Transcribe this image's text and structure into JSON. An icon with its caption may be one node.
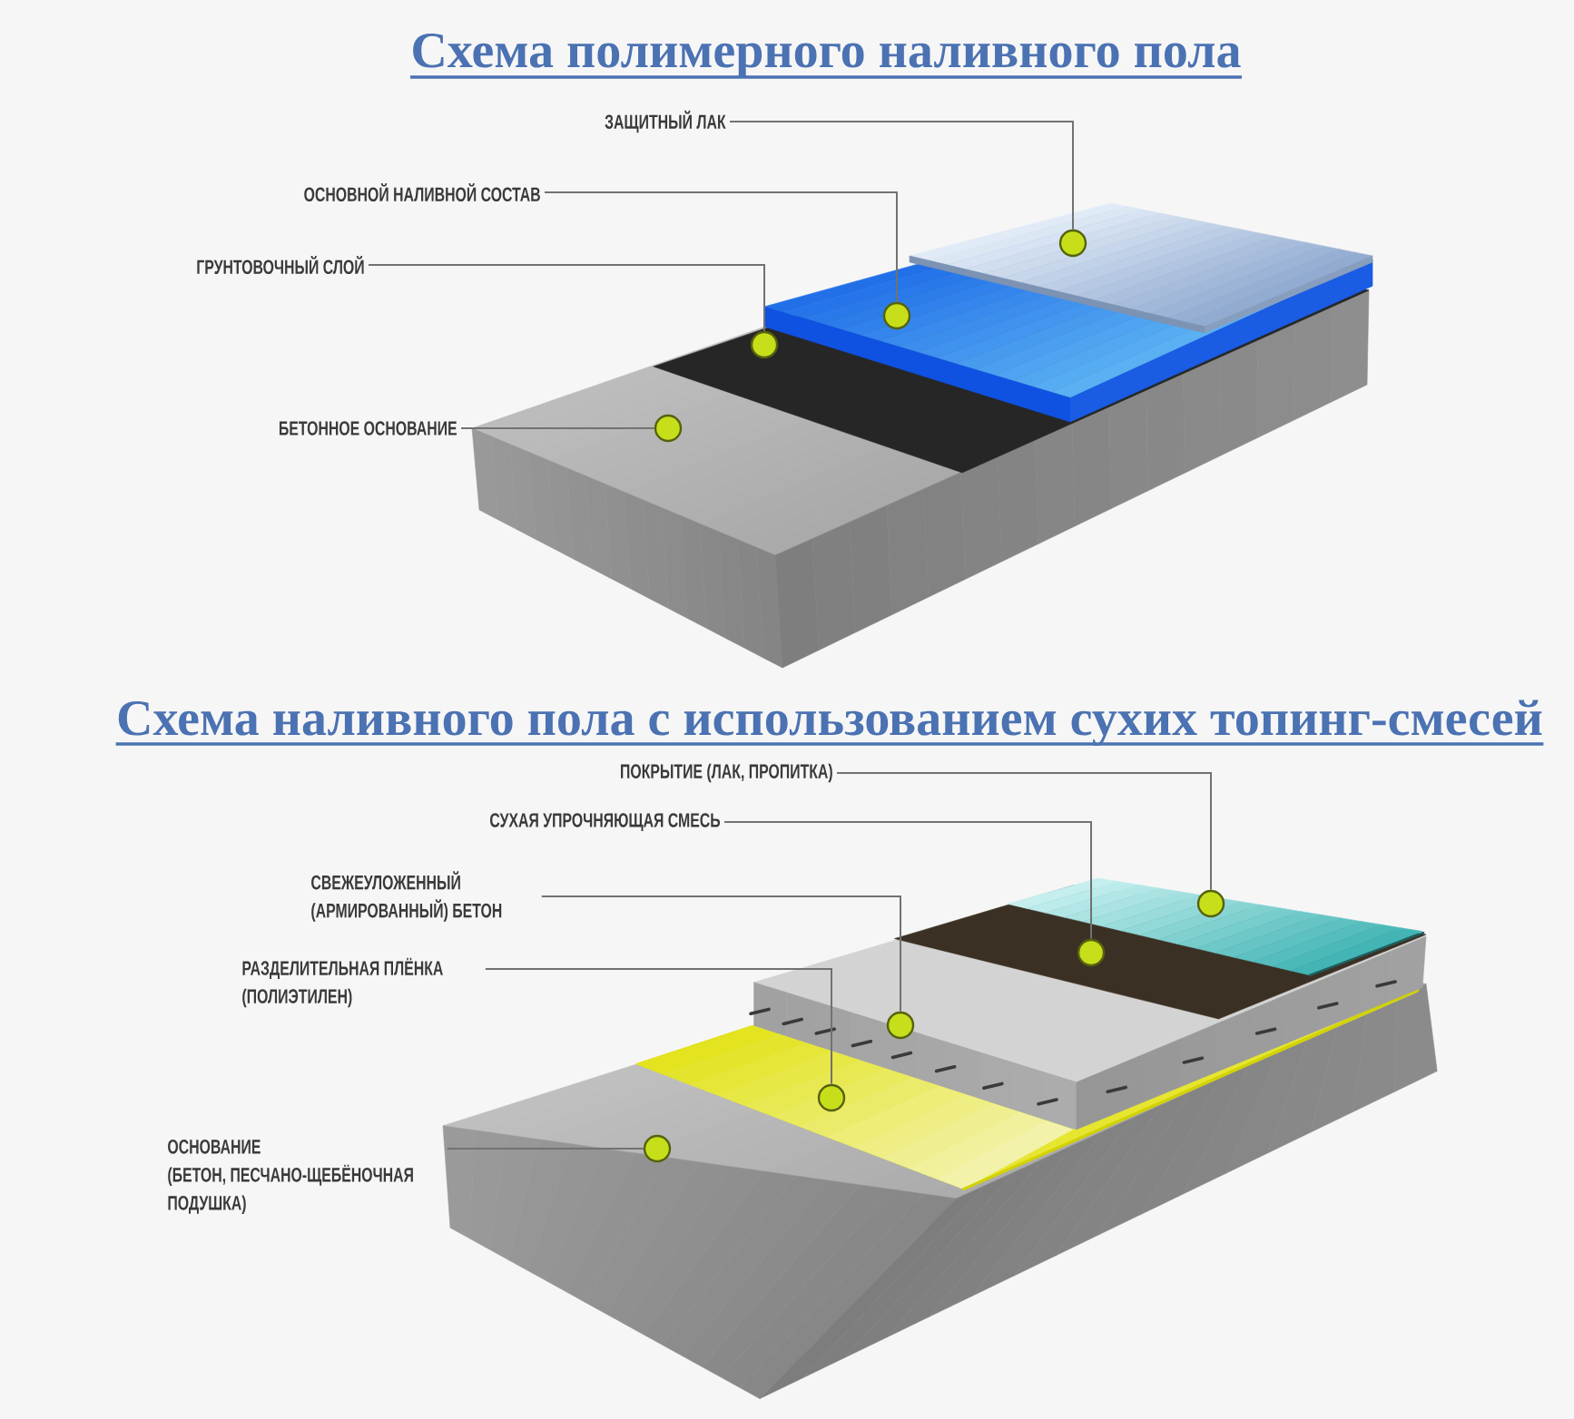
{
  "diagram": {
    "title": "Схема полимерного наливного пола",
    "nodes": [
      {
        "text": [
          "ЗАЩИТНЫЙ ЛАК"
        ]
      },
      {
        "text": [],
        "shape": "circle"
      },
      {
        "text": [
          "ОСНОВНОЙ НАЛИВНОЙ СОСТАВ"
        ]
      },
      {
        "text": [],
        "shape": "circle"
      },
      {
        "text": [
          "ГРУНТОВОЧНЫЙ СЛОЙ"
        ]
      },
      {
        "text": [],
        "shape": "circle"
      },
      {
        "text": [
          "БЕТОННОЕ ОСНОВАНИЕ"
        ]
      },
      {
        "text": [],
        "shape": "circle"
      },
      {
        "text": [
          "ПОКРЫТИЕ (ЛАК, ПРОПИТКА)"
        ]
      },
      {
        "text": [],
        "shape": "circle"
      },
      {
        "text": [
          "СУХАЯ УПРОЧНЯЮЩАЯ СМЕСЬ"
        ]
      },
      {
        "text": [],
        "shape": "circle"
      },
      {
        "text": [
          "СВЕЖЕУЛОЖЕННЫЙ (АРМИРОВАННЫЙ) БЕТОН"
        ]
      },
      {
        "text": [],
        "shape": "circle"
      },
      {
        "text": [
          "РАЗДЕЛИТЕЛЬНАЯ ПЛЁНКА (ПОЛИЭТИЛЕН)"
        ]
      },
      {
        "text": [],
        "shape": "circle"
      },
      {
        "text": [
          "ОСНОВАНИЕ (БЕТОН, ПЕСЧАНО-ЩЕБЁНОЧНАЯ ПОДУШКА)"
        ]
      },
      {
        "text": [],
        "shape": "circle"
      }
    ],
    "edges": [
      {
        "from": 0,
        "to": 1,
        "arrow": "none"
      },
      {
        "from": 2,
        "to": 3,
        "arrow": "none"
      },
      {
        "from": 4,
        "to": 5,
        "arrow": "none"
      },
      {
        "from": 6,
        "to": 7,
        "arrow": "none"
      },
      {
        "from": 8,
        "to": 9,
        "arrow": "none"
      },
      {
        "from": 10,
        "to": 11,
        "arrow": "none"
      },
      {
        "from": 12,
        "to": 13,
        "arrow": "none"
      },
      {
        "from": 14,
        "to": 15,
        "arrow": "none"
      },
      {
        "from": 16,
        "to": 17,
        "arrow": "none"
      }
    ],
    "labels": [
      "Схема наливного пола с использованием сухих топинг-смесей"
    ]
  }
}
